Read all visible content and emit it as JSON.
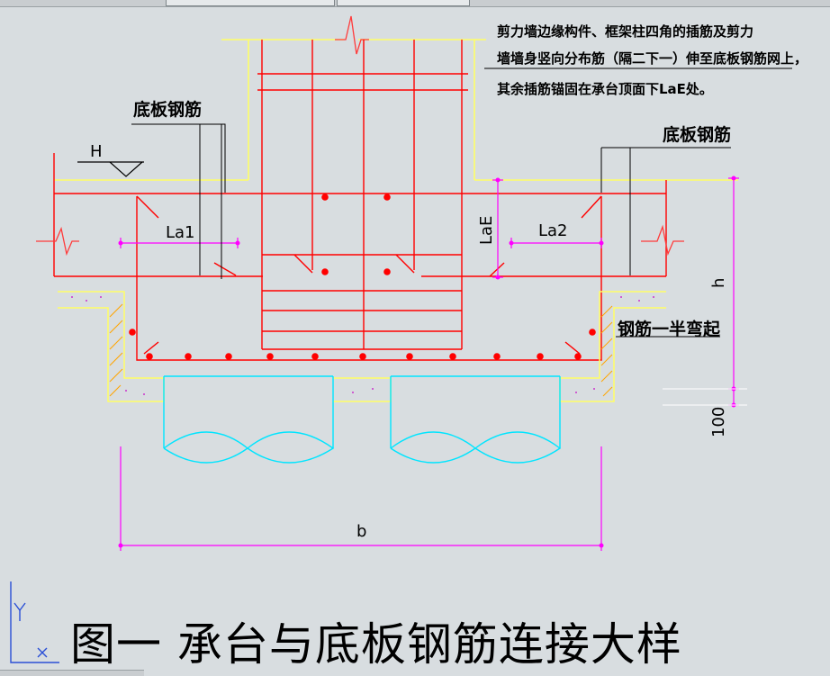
{
  "notes": [
    "剪力墙边缘构件、框架柱四角的插筋及剪力",
    "墙墙身竖向分布筋（隔二下一）伸至底板钢筋网上，",
    "其余插筋锚固在承台顶面下LaE处。"
  ],
  "labels": {
    "left_slab_rebar": "底板钢筋",
    "right_slab_rebar": "底板钢筋",
    "half_bent": "钢筋一半弯起",
    "H": "H",
    "La1": "La1",
    "La2": "La2",
    "LaE": "LaE",
    "h": "h",
    "b": "b",
    "d100": "100"
  },
  "title": "图一  承台与底板钢筋连接大样",
  "colors": {
    "background": "#d8dde0",
    "rebar_red": "#ff0000",
    "wall_yellow": "#ffff66",
    "dimension_magenta": "#ff00ff",
    "pile_cyan": "#00e5ff",
    "hatch_orange": "#ffa500",
    "leader_black": "#000000"
  }
}
